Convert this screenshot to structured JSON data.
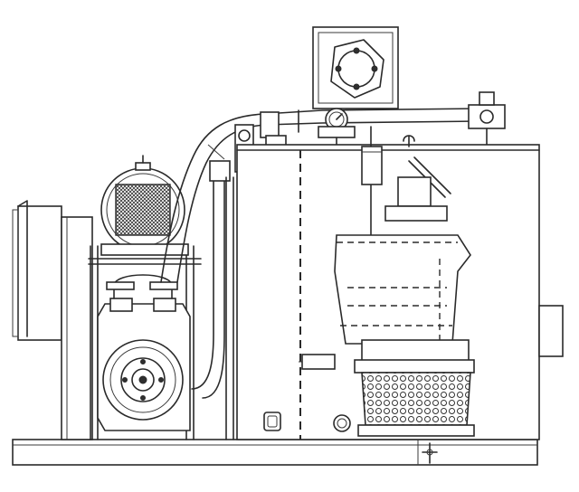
{
  "diagram": {
    "colors": {
      "ink": "#2a2a2a",
      "paper": "#ffffff"
    },
    "components": [
      "control-panel",
      "base-skid",
      "tank",
      "motor",
      "centrifugal-pump",
      "submersible-pump",
      "pump-strainer",
      "discharge-pipe",
      "gate-valve",
      "pressure-gauge",
      "relief-valve",
      "level-float",
      "lift-hook"
    ]
  }
}
